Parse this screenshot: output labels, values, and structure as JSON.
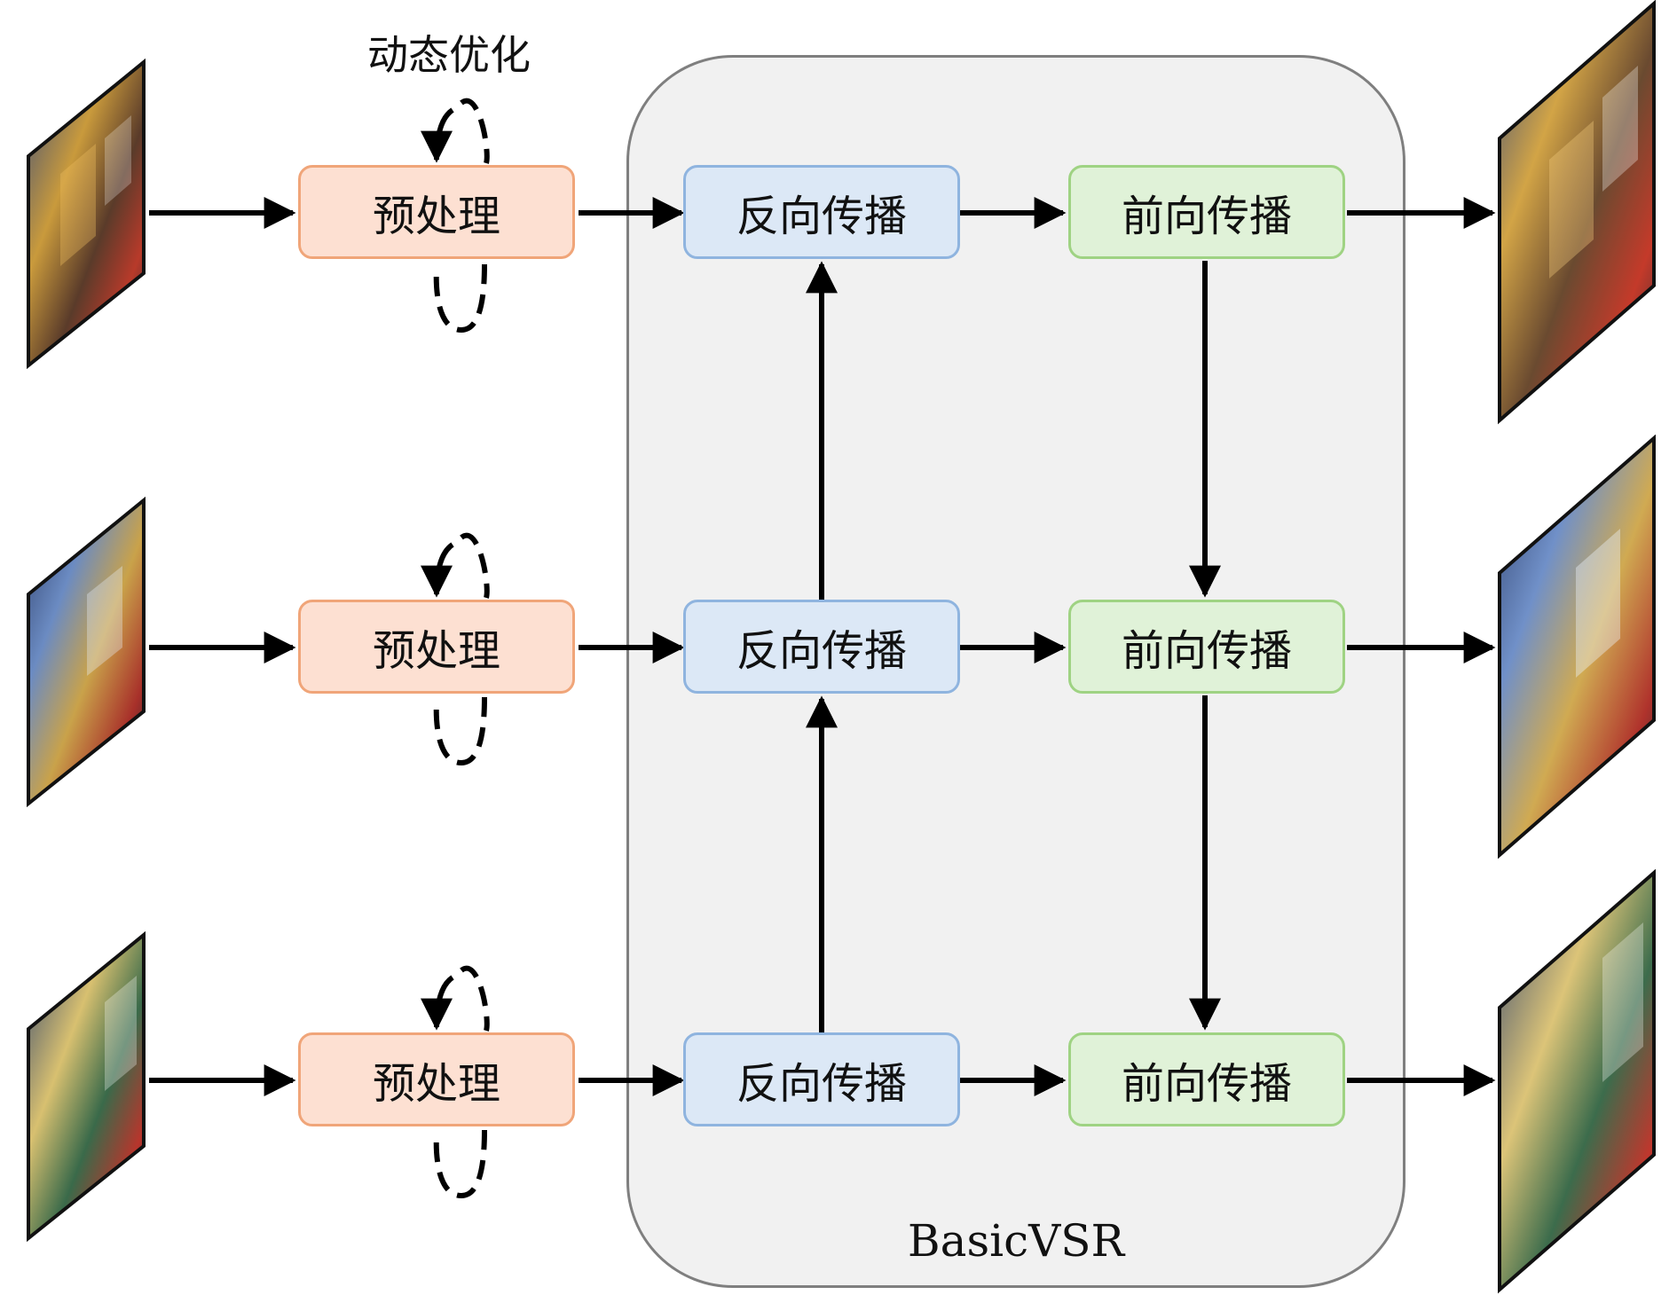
{
  "diagram": {
    "loop_label": "动态优化",
    "container_label": "BasicVSR",
    "rows": [
      {
        "pre": "预处理",
        "backward": "反向传播",
        "forward": "前向传播"
      },
      {
        "pre": "预处理",
        "backward": "反向传播",
        "forward": "前向传播"
      },
      {
        "pre": "预处理",
        "backward": "反向传播",
        "forward": "前向传播"
      }
    ],
    "colors": {
      "pre_fill": "#fde0d2",
      "pre_border": "#f0a579",
      "backward_fill": "#dce8f6",
      "backward_border": "#8fb4df",
      "forward_fill": "#e0f2d8",
      "forward_border": "#9fd383",
      "container_fill": "#f1f1f1",
      "container_border": "#7f7f7f"
    },
    "images": {
      "input": [
        "night-street-frame-1",
        "night-street-frame-2",
        "night-street-frame-3"
      ],
      "output": [
        "night-street-frame-1-hr",
        "night-street-frame-2-hr",
        "night-street-frame-3-hr"
      ]
    }
  }
}
